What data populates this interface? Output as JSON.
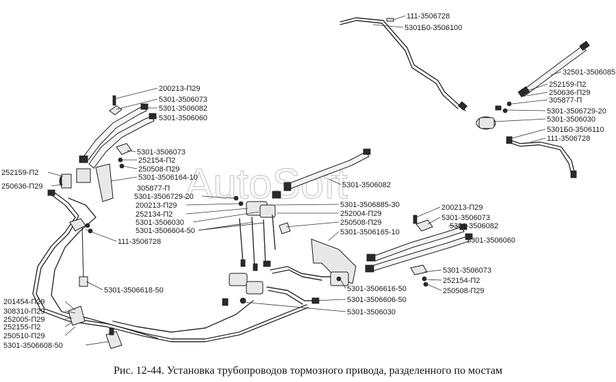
{
  "watermark": "AutoSoft",
  "caption": "Рис. 12-44. Установка трубопроводов тормозного привода, разделенного по мостам",
  "callouts": [
    "111-3506728",
    "5301Б0-3506100",
    "32501-3506085",
    "252159-П2",
    "250636-П29",
    "305877-П",
    "5301-3506729-20",
    "5301-3506030",
    "5301Б0-3506110",
    "111-3506728",
    "200213-П29",
    "5301-3506073",
    "5301-3506082",
    "5301-3506060",
    "5301-3506073",
    "252154-П2",
    "250508-П29",
    "252159-П2",
    "5301-3506164-10",
    "250636-П29",
    "305877-П",
    "5301-3506729-20",
    "200213-П29",
    "252134-П2",
    "5301-3506030",
    "5301-3506604-50",
    "111-3506728",
    "5301-3506082",
    "5301-3506885-30",
    "252004-П29",
    "250508-П29",
    "5301-3506165-10",
    "200213-П29",
    "5301-3506073",
    "5301-3506082",
    "5301-3506060",
    "5301-3506073",
    "252154-П2",
    "250508-П29",
    "5301-3506618-50",
    "5301-3506616-50",
    "5301-3506606-50",
    "5301-3506030",
    "201454-П29",
    "308310-П29",
    "252005-П29",
    "252155-П2",
    "250510-П29",
    "5301-3506608-50"
  ]
}
